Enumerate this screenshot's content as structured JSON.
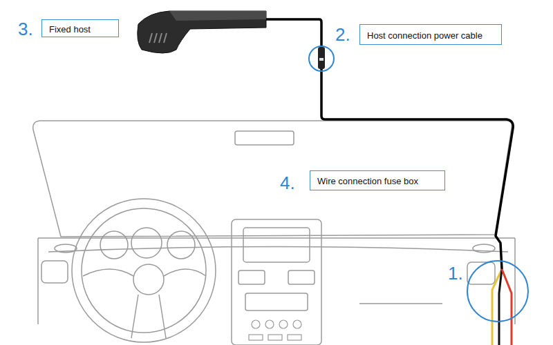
{
  "diagram": {
    "nodes": [
      {
        "text": [
          "Fixed host"
        ]
      },
      {
        "text": [
          "Host connection power cable"
        ]
      },
      {
        "text": [
          "Wire connection fuse box"
        ]
      }
    ],
    "labels": [
      "3.",
      "2.",
      "4.",
      "1."
    ]
  }
}
